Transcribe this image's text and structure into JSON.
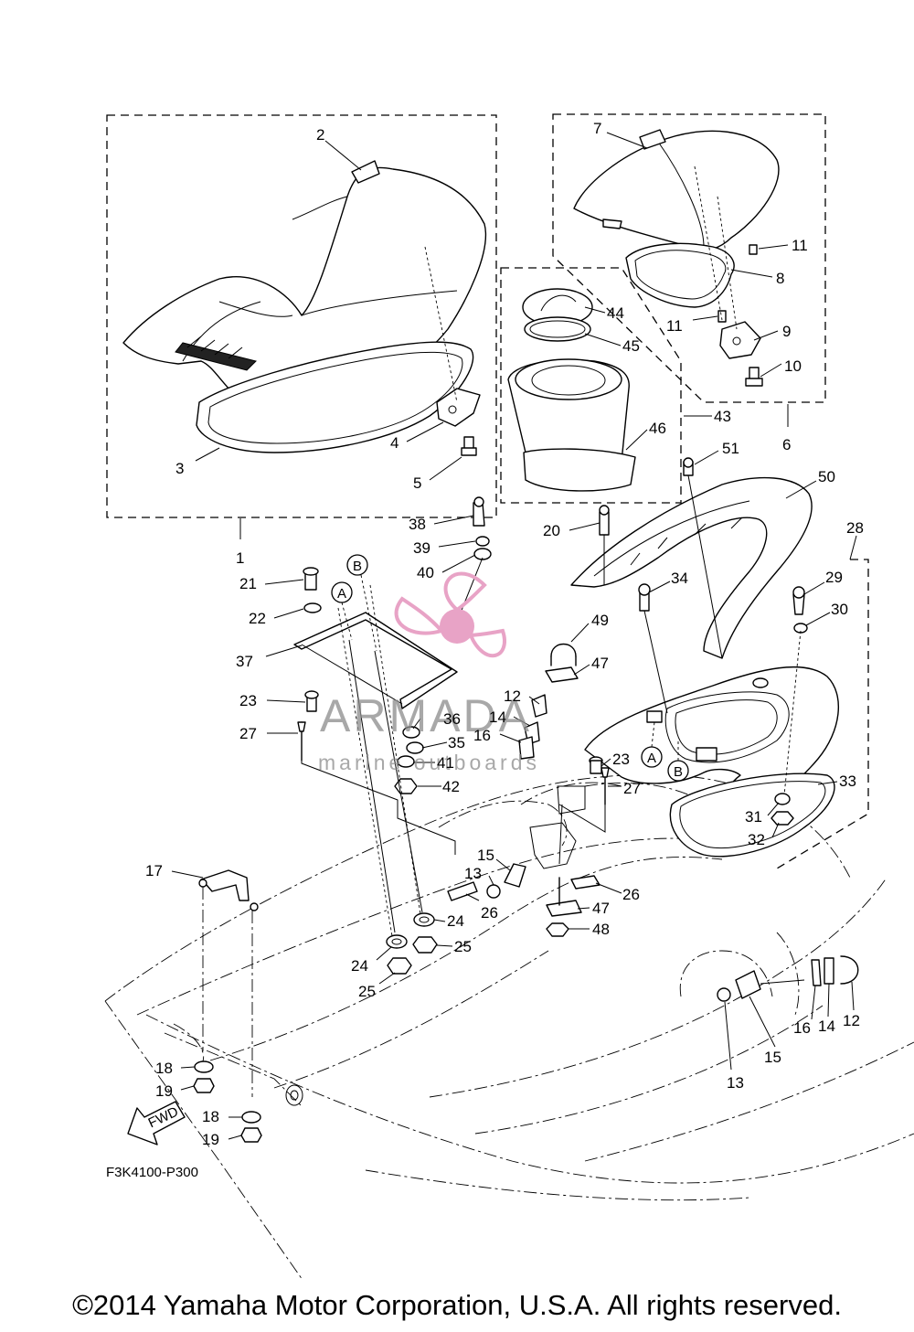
{
  "diagram": {
    "code": "F3K4100-P300",
    "fwd_label": "FWD",
    "ref_a": "A",
    "ref_b": "B",
    "labels": {
      "n1": "1",
      "n2": "2",
      "n3": "3",
      "n4": "4",
      "n5": "5",
      "n6": "6",
      "n7": "7",
      "n8": "8",
      "n9": "9",
      "n10": "10",
      "n11": "11",
      "n12": "12",
      "n13": "13",
      "n14": "14",
      "n15": "15",
      "n16": "16",
      "n17": "17",
      "n18": "18",
      "n19": "19",
      "n20": "20",
      "n21": "21",
      "n22": "22",
      "n23": "23",
      "n24": "24",
      "n25": "25",
      "n26": "26",
      "n27": "27",
      "n28": "28",
      "n29": "29",
      "n30": "30",
      "n31": "31",
      "n32": "32",
      "n33": "33",
      "n34": "34",
      "n35": "35",
      "n36": "36",
      "n37": "37",
      "n38": "38",
      "n39": "39",
      "n40": "40",
      "n41": "41",
      "n42": "42",
      "n43": "43",
      "n44": "44",
      "n45": "45",
      "n46": "46",
      "n47": "47",
      "n48": "48",
      "n49": "49",
      "n50": "50",
      "n51": "51"
    }
  },
  "watermark": {
    "brand": "ARMADA",
    "tagline": "marine outboards",
    "accent_color": "#e8a3c6"
  },
  "footer": {
    "copyright": "©2014 Yamaha Motor Corporation, U.S.A. All rights reserved."
  }
}
